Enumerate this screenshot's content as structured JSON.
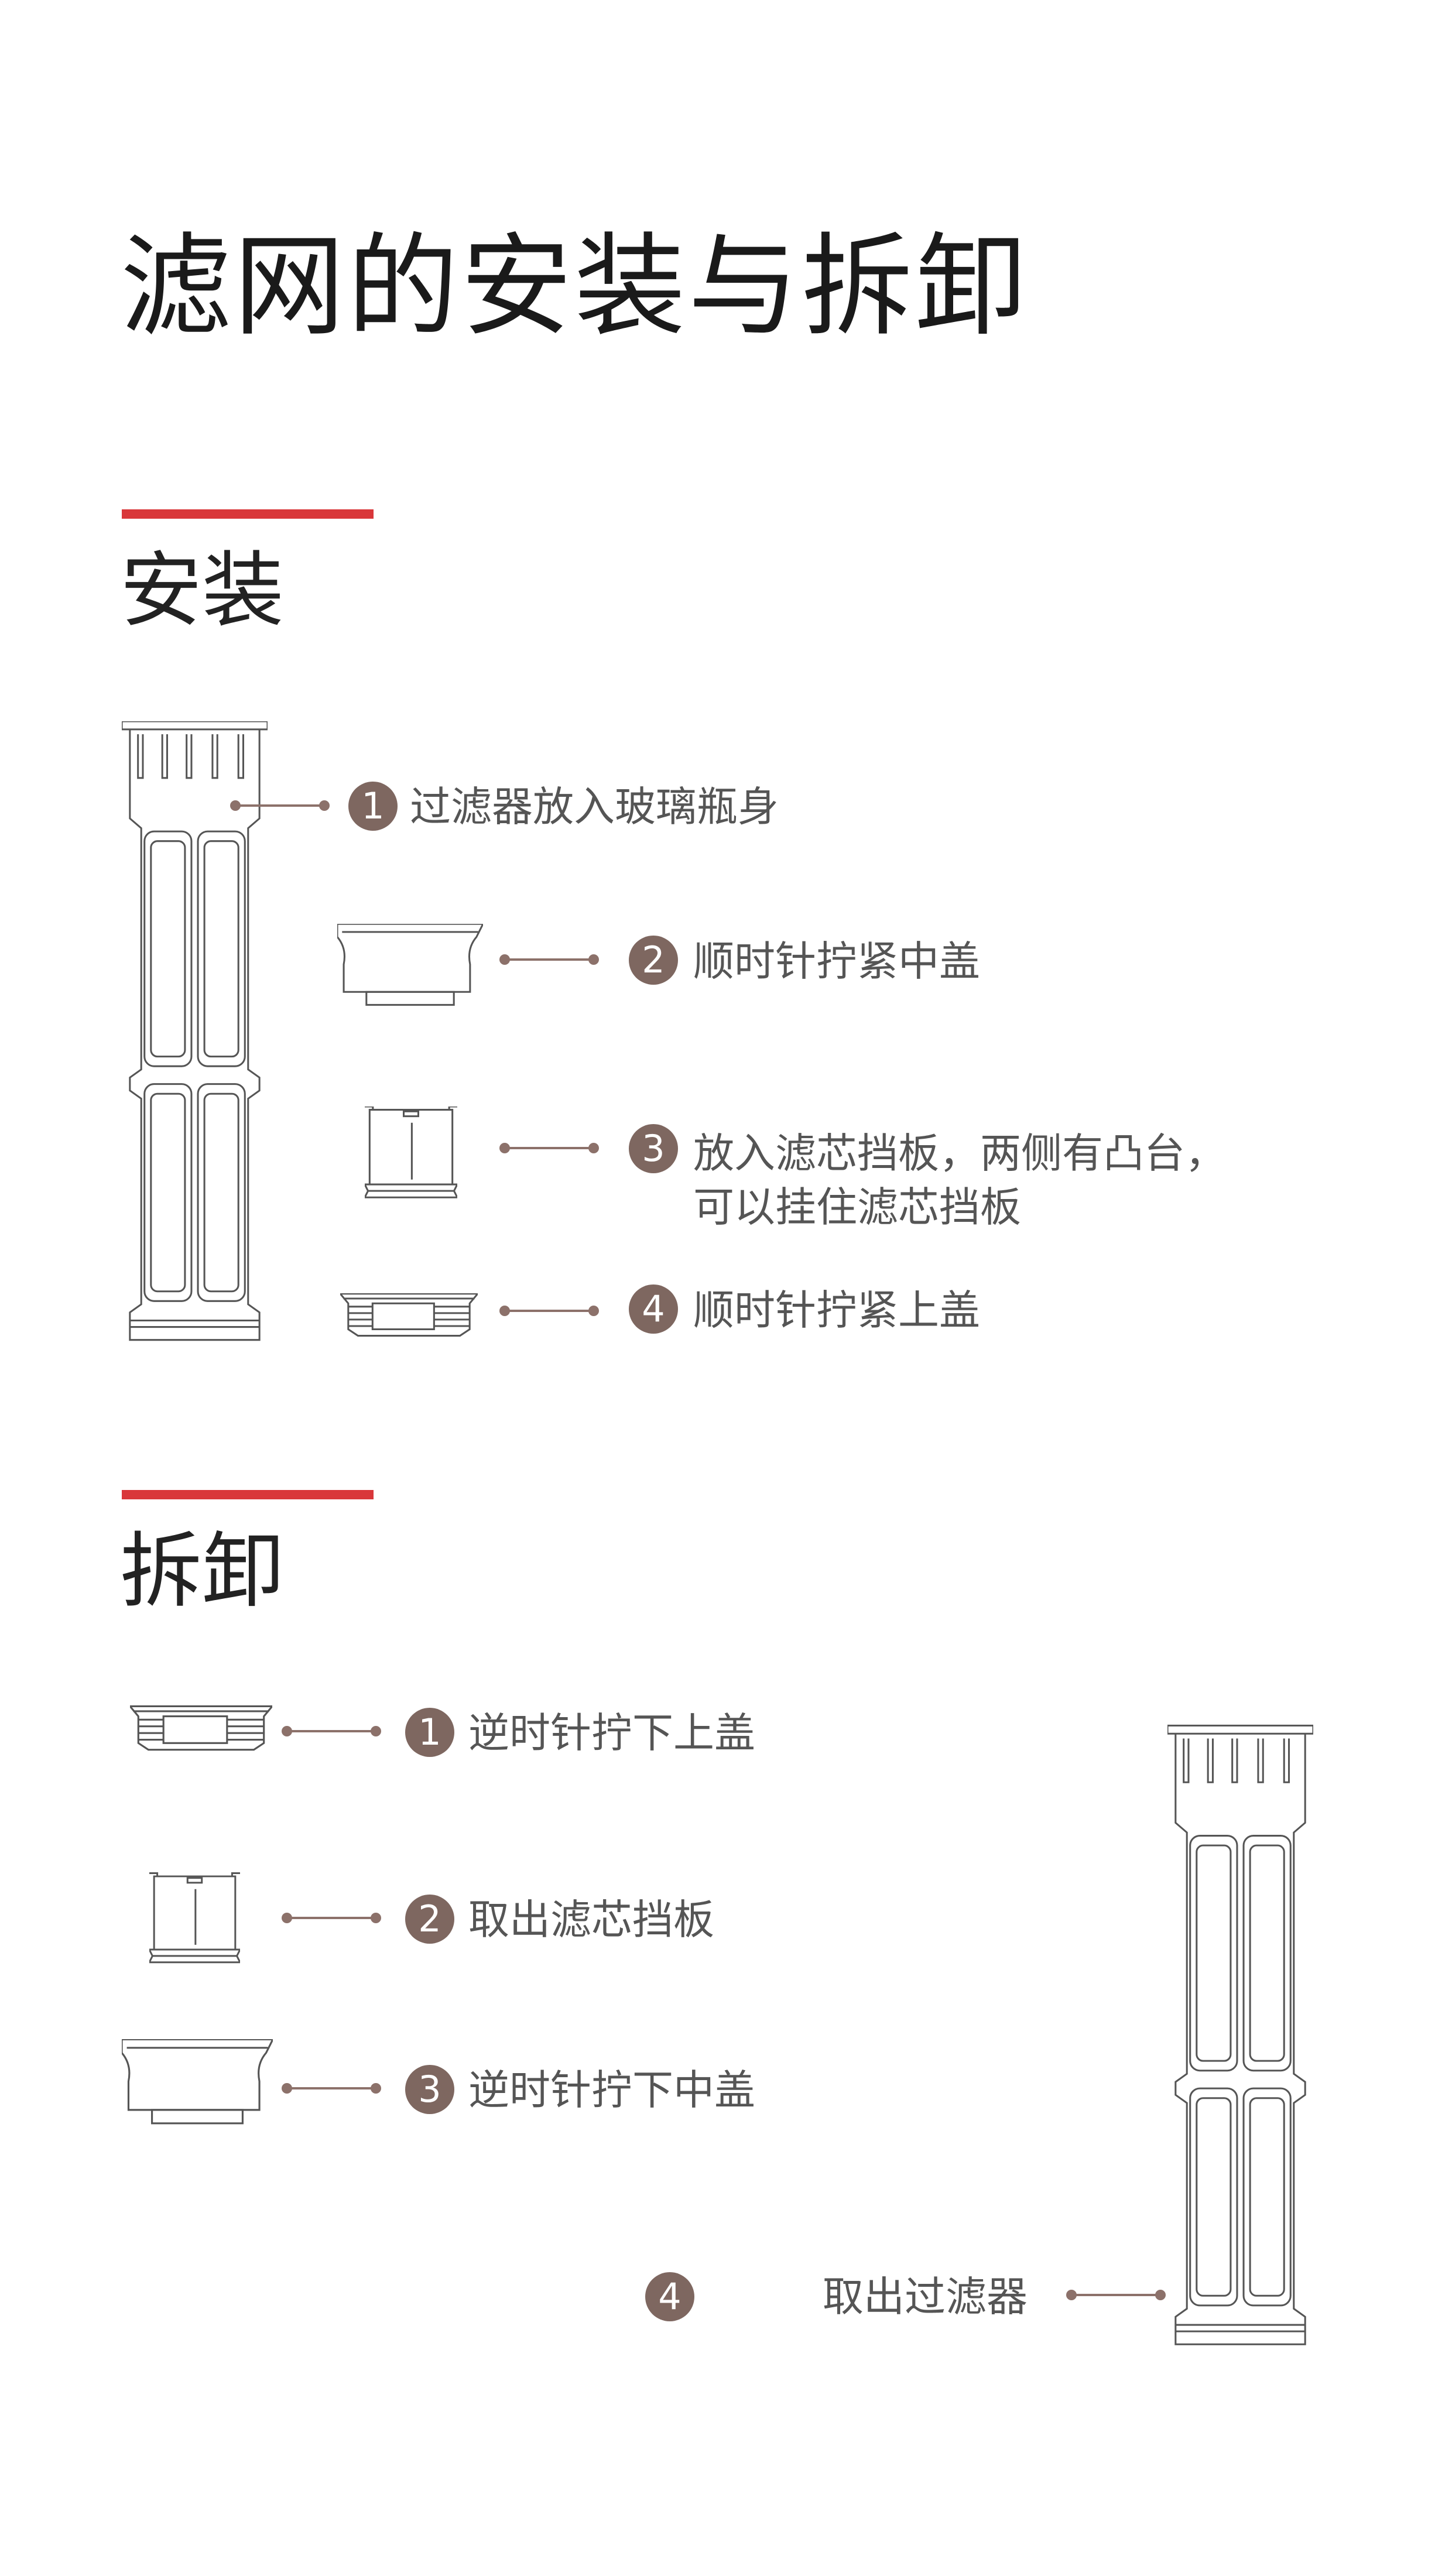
{
  "colors": {
    "accent_red": "#d9373a",
    "step_circle": "#7e6760",
    "leader": "#8c716a",
    "text": "#555555"
  },
  "title": "滤网的安装与拆卸",
  "install": {
    "heading": "安装",
    "steps": [
      {
        "num": "1",
        "text": "过滤器放入玻璃瓶身"
      },
      {
        "num": "2",
        "text": "顺时针拧紧中盖"
      },
      {
        "num": "3",
        "text": "放入滤芯挡板，两侧有凸台，",
        "text2": "可以挂住滤芯挡板"
      },
      {
        "num": "4",
        "text": "顺时针拧紧上盖"
      }
    ]
  },
  "remove": {
    "heading": "拆卸",
    "steps": [
      {
        "num": "1",
        "text": "逆时针拧下上盖"
      },
      {
        "num": "2",
        "text": "取出滤芯挡板"
      },
      {
        "num": "3",
        "text": "逆时针拧下中盖"
      },
      {
        "num": "4",
        "text": "取出过滤器"
      }
    ]
  }
}
